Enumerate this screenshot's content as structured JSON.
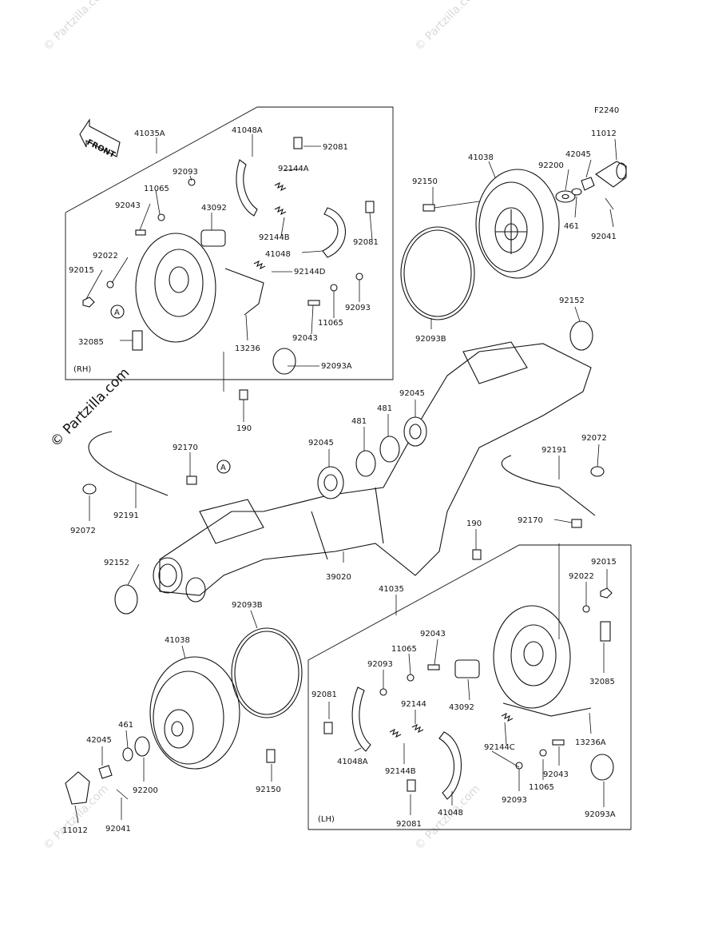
{
  "figure_code": "F2240",
  "front_label": "FRONT",
  "side_labels": {
    "rh": "(RH)",
    "lh": "(LH)"
  },
  "ref_marker": "A",
  "watermark": "© Partzilla.com",
  "watermark_corner": "© Partzilla.com",
  "parts": [
    {
      "id": "p_41035A",
      "label": "41035A"
    },
    {
      "id": "p_41048A_rh",
      "label": "41048A"
    },
    {
      "id": "p_92081_rh1",
      "label": "92081"
    },
    {
      "id": "p_92144A",
      "label": "92144A"
    },
    {
      "id": "p_92093_rh1",
      "label": "92093"
    },
    {
      "id": "p_11065_rh1",
      "label": "11065"
    },
    {
      "id": "p_92043_rh1",
      "label": "92043"
    },
    {
      "id": "p_43092_rh",
      "label": "43092"
    },
    {
      "id": "p_92144B_rh",
      "label": "92144B"
    },
    {
      "id": "p_92081_rh2",
      "label": "92081"
    },
    {
      "id": "p_41048_rh",
      "label": "41048"
    },
    {
      "id": "p_92022_rh",
      "label": "92022"
    },
    {
      "id": "p_92015_rh",
      "label": "92015"
    },
    {
      "id": "p_92144D",
      "label": "92144D"
    },
    {
      "id": "p_92093_rh2",
      "label": "92093"
    },
    {
      "id": "p_11065_rh2",
      "label": "11065"
    },
    {
      "id": "p_92043_rh2",
      "label": "92043"
    },
    {
      "id": "p_32085_rh",
      "label": "32085"
    },
    {
      "id": "p_13236",
      "label": "13236"
    },
    {
      "id": "p_92093A_rh",
      "label": "92093A"
    },
    {
      "id": "p_190_top",
      "label": "190"
    },
    {
      "id": "p_92150_top",
      "label": "92150"
    },
    {
      "id": "p_41038_top",
      "label": "41038"
    },
    {
      "id": "p_92200_top",
      "label": "92200"
    },
    {
      "id": "p_42045_top",
      "label": "42045"
    },
    {
      "id": "p_11012_top",
      "label": "11012"
    },
    {
      "id": "p_461_top",
      "label": "461"
    },
    {
      "id": "p_92041_top",
      "label": "92041"
    },
    {
      "id": "p_92093B_top",
      "label": "92093B"
    },
    {
      "id": "p_92152_top",
      "label": "92152"
    },
    {
      "id": "p_92045_top",
      "label": "92045"
    },
    {
      "id": "p_481_a",
      "label": "481"
    },
    {
      "id": "p_481_b",
      "label": "481"
    },
    {
      "id": "p_92045_mid",
      "label": "92045"
    },
    {
      "id": "p_92170_l",
      "label": "92170"
    },
    {
      "id": "p_92072_l",
      "label": "92072"
    },
    {
      "id": "p_92191_l",
      "label": "92191"
    },
    {
      "id": "p_92191_r",
      "label": "92191"
    },
    {
      "id": "p_92072_r",
      "label": "92072"
    },
    {
      "id": "p_92170_r",
      "label": "92170"
    },
    {
      "id": "p_190_mid",
      "label": "190"
    },
    {
      "id": "p_92152_mid",
      "label": "92152"
    },
    {
      "id": "p_39020",
      "label": "39020"
    },
    {
      "id": "p_92093B_bot",
      "label": "92093B"
    },
    {
      "id": "p_41038_bot",
      "label": "41038"
    },
    {
      "id": "p_41035",
      "label": "41035"
    },
    {
      "id": "p_92043_lh1",
      "label": "92043"
    },
    {
      "id": "p_11065_lh1",
      "label": "11065"
    },
    {
      "id": "p_92093_lh1",
      "label": "92093"
    },
    {
      "id": "p_92081_lh1",
      "label": "92081"
    },
    {
      "id": "p_92144",
      "label": "92144"
    },
    {
      "id": "p_43092_lh",
      "label": "43092"
    },
    {
      "id": "p_41048A_lh",
      "label": "41048A"
    },
    {
      "id": "p_92144B_lh",
      "label": "92144B"
    },
    {
      "id": "p_92144C",
      "label": "92144C"
    },
    {
      "id": "p_13236A",
      "label": "13236A"
    },
    {
      "id": "p_92043_lh2",
      "label": "92043"
    },
    {
      "id": "p_11065_lh2",
      "label": "11065"
    },
    {
      "id": "p_92093_lh2",
      "label": "92093"
    },
    {
      "id": "p_92081_lh2",
      "label": "92081"
    },
    {
      "id": "p_41048_lh",
      "label": "41048"
    },
    {
      "id": "p_92093A_lh",
      "label": "92093A"
    },
    {
      "id": "p_92015_lh",
      "label": "92015"
    },
    {
      "id": "p_92022_lh",
      "label": "92022"
    },
    {
      "id": "p_32085_lh",
      "label": "32085"
    },
    {
      "id": "p_461_bot",
      "label": "461"
    },
    {
      "id": "p_42045_bot",
      "label": "42045"
    },
    {
      "id": "p_92200_bot",
      "label": "92200"
    },
    {
      "id": "p_92150_bot",
      "label": "92150"
    },
    {
      "id": "p_11012_bot",
      "label": "11012"
    },
    {
      "id": "p_92041_bot",
      "label": "92041"
    }
  ]
}
